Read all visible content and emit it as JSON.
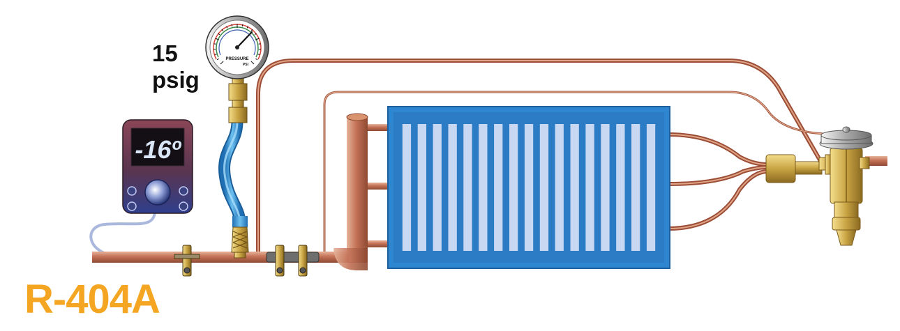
{
  "readings": {
    "pressure_value": "15",
    "pressure_unit": "psig",
    "temperature": "-16º"
  },
  "gauge": {
    "face_text": "PRESSURE",
    "unit_text": "PSI"
  },
  "refrigerant": "R-404A",
  "colors": {
    "copper": "#b9664a",
    "copper_light": "#e0a58a",
    "evaporator_frame": "#2f86d0",
    "evaporator_fin": "#c8d8f2",
    "hose": "#3a9ad8",
    "brass": "#c9a443",
    "refrigerant_label": "#f4a623",
    "thermometer_body": "#6b3342",
    "thermometer_display": "#d8e6f7"
  },
  "evaporator": {
    "fin_count": 17
  }
}
